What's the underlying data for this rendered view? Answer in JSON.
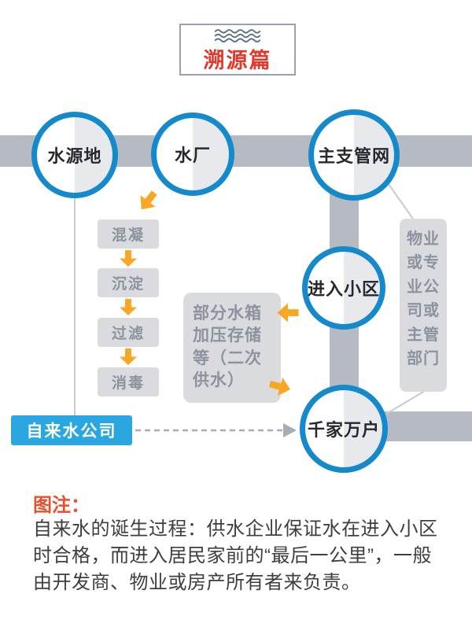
{
  "badge": {
    "title": "溯源篇"
  },
  "nodes": {
    "source": "水源地",
    "plant": "水厂",
    "network": "主支管网",
    "community": "进入小区",
    "households": "千家万户"
  },
  "process_steps": [
    "混凝",
    "沉淀",
    "过滤",
    "消毒"
  ],
  "side_boxes": {
    "secondary_supply": "部分水箱加压存储等（二次供水）",
    "property_management": "物业或专业公司或主管部门",
    "water_company": "自来水公司"
  },
  "caption": {
    "label": "图注：",
    "body": "自来水的诞生过程：供水企业保证水在进入小区时合格，而进入居民家前的“最后一公里”，一般由开发商、物业或房产所有者来负责。"
  },
  "colors": {
    "circle_border_blue": "#1489cc",
    "pipe_gray": "#b5bac3",
    "box_gray": "#d9dbdf",
    "box_text_gray": "#8d939e",
    "arrow_orange": "#f7a723",
    "badge_red": "#e23a2a",
    "company_blue": "#2aa7e0",
    "caption_red": "#e6502e",
    "body_text": "#3e3e3e"
  }
}
